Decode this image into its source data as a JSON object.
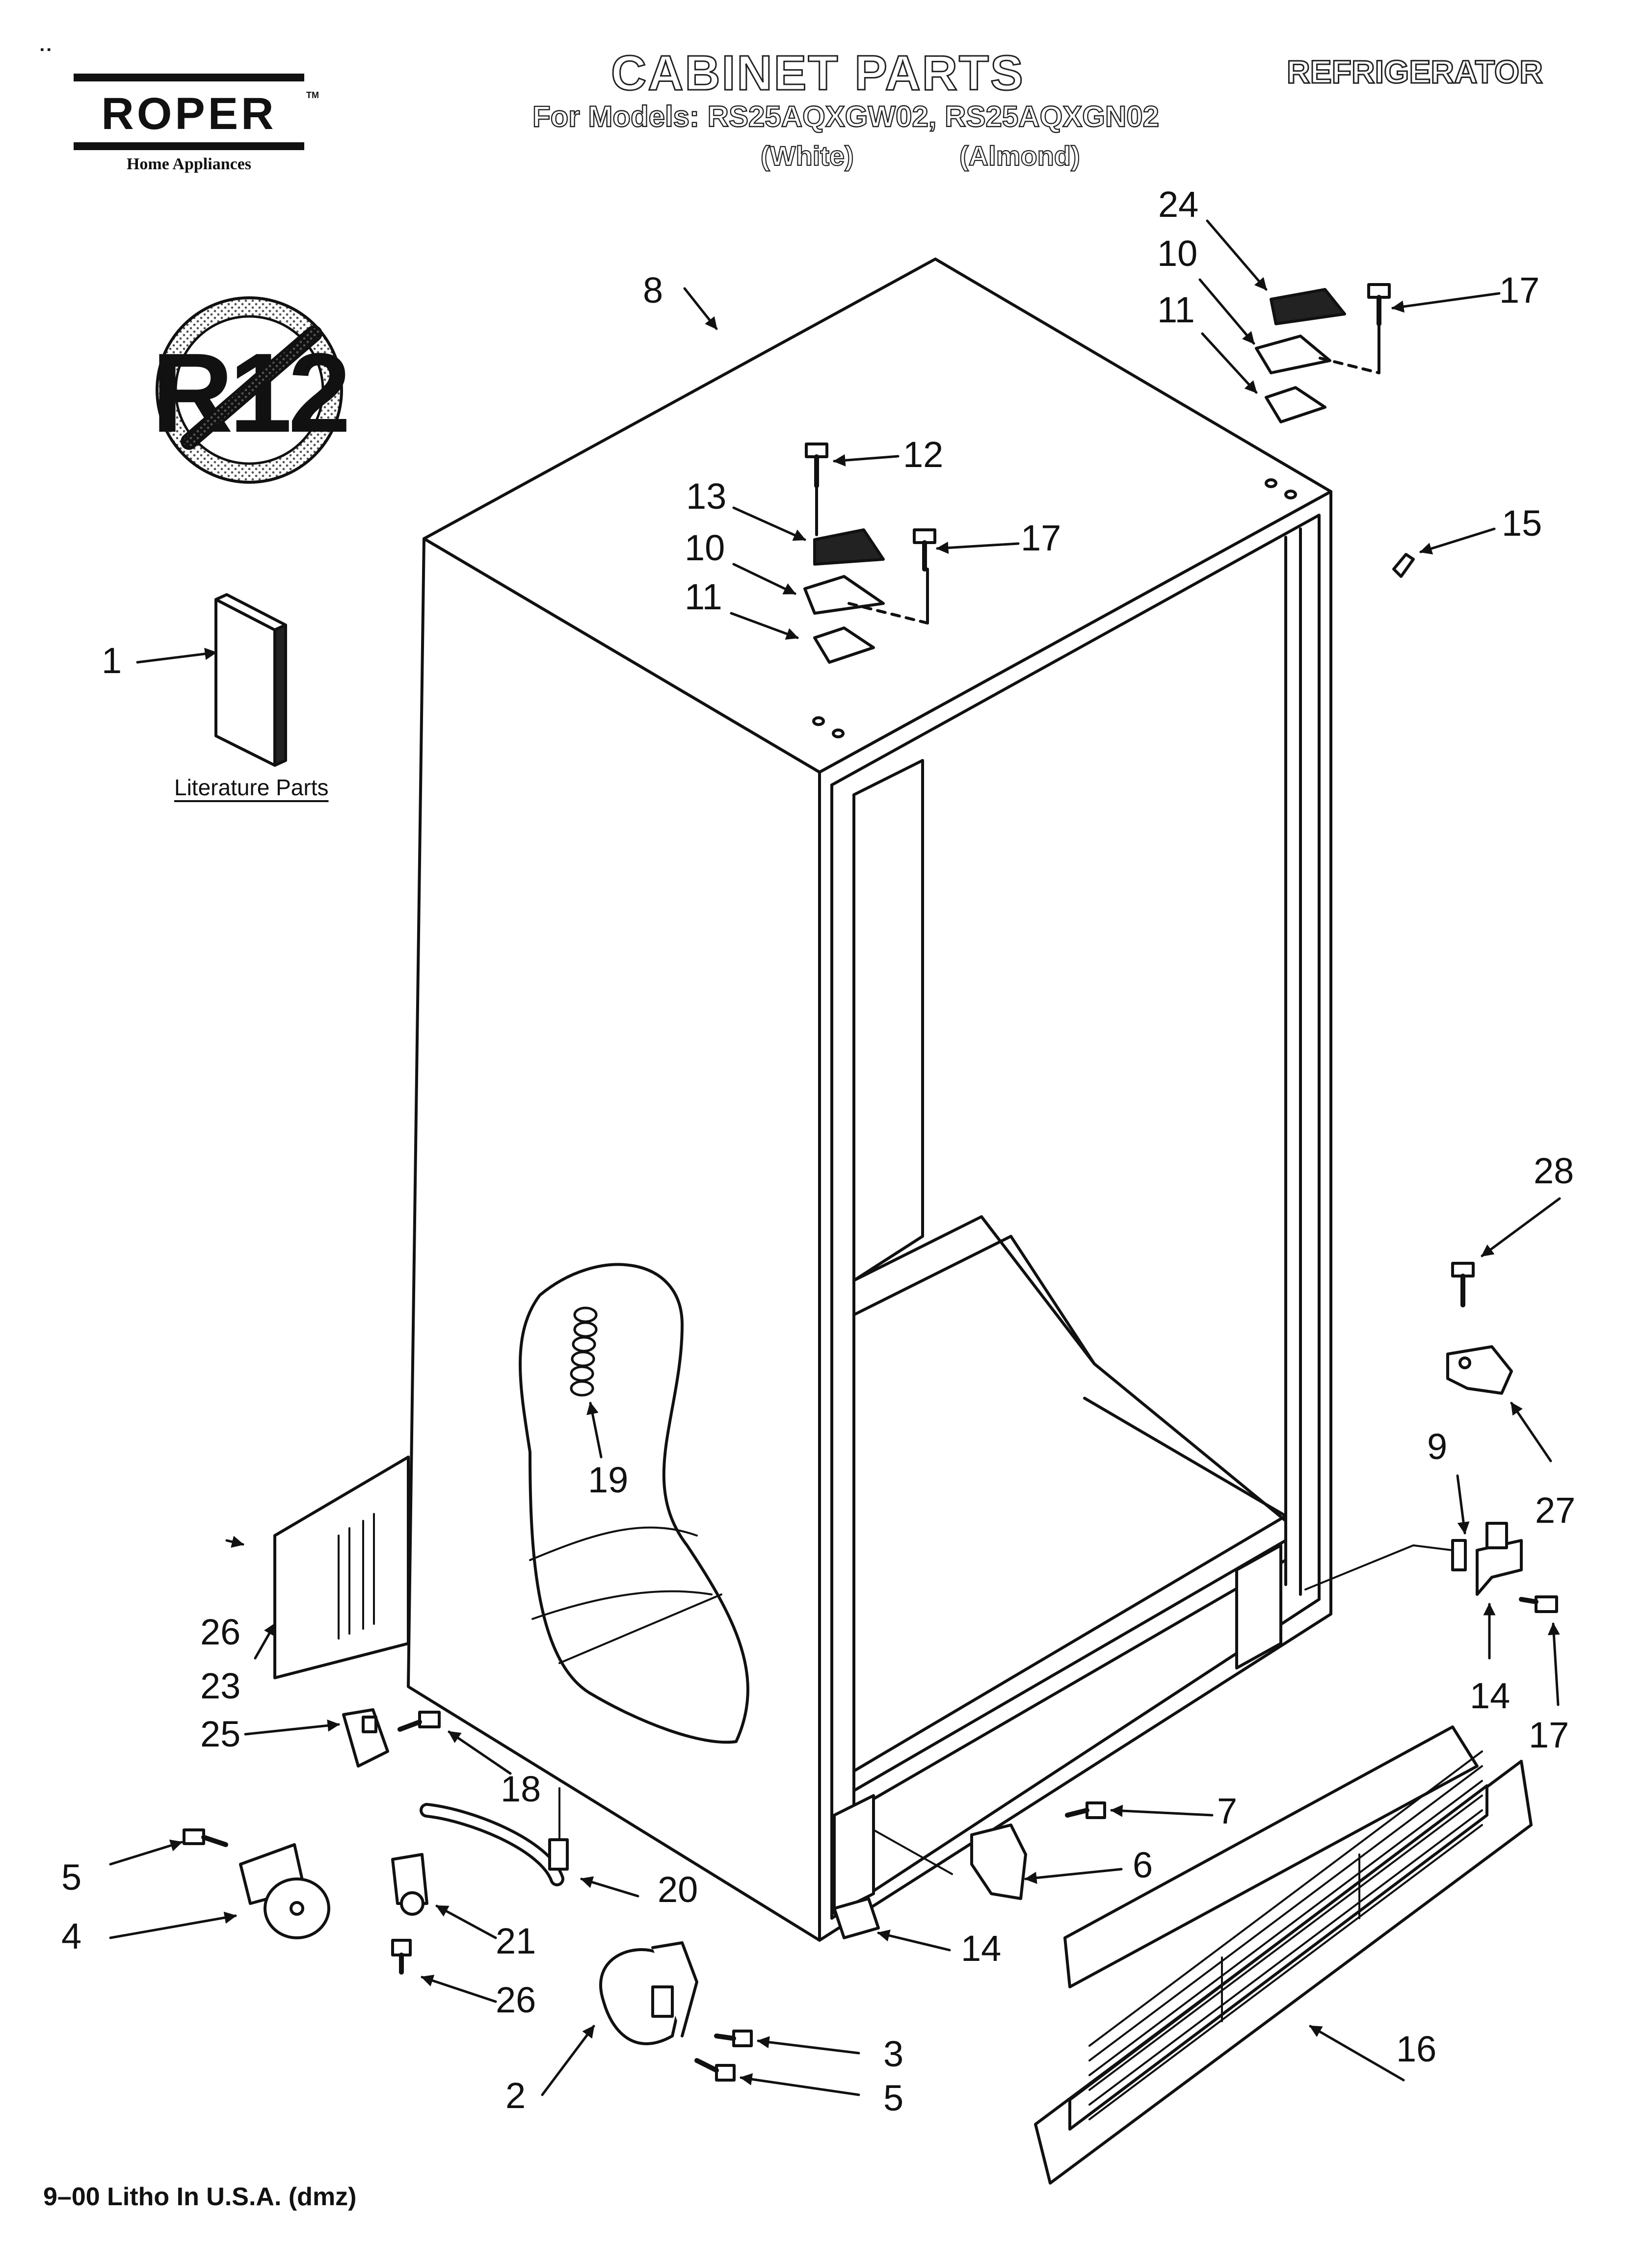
{
  "brand": {
    "name": "ROPER",
    "trademark": "TM",
    "tagline": "Home Appliances"
  },
  "header": {
    "title": "CABINET PARTS",
    "category": "REFRIGERATOR",
    "models_line": "For Models: RS25AQXGW02, RS25AQXGN02",
    "variant_white": "(White)",
    "variant_almond": "(Almond)"
  },
  "badge": {
    "text": "R12",
    "meaning": "no-r12-refrigerant"
  },
  "literature_label": "Literature Parts",
  "footer": "9–00 Litho In U.S.A. (dmz)",
  "callouts": {
    "c1": "1",
    "c2": "2",
    "c3": "3",
    "c4": "4",
    "c5a": "5",
    "c5b": "5",
    "c6": "6",
    "c7": "7",
    "c8": "8",
    "c9": "9",
    "c10a": "10",
    "c10b": "10",
    "c11a": "11",
    "c11b": "11",
    "c12": "12",
    "c13": "13",
    "c14a": "14",
    "c14b": "14",
    "c15": "15",
    "c16": "16",
    "c17a": "17",
    "c17b": "17",
    "c17c": "17",
    "c18": "18",
    "c19": "19",
    "c20": "20",
    "c21": "21",
    "c23": "23",
    "c24": "24",
    "c25": "25",
    "c26a": "26",
    "c26b": "26",
    "c27": "27",
    "c28": "28"
  },
  "colors": {
    "ink": "#111111",
    "paper": "#ffffff",
    "shade": "#d9d9d9"
  }
}
